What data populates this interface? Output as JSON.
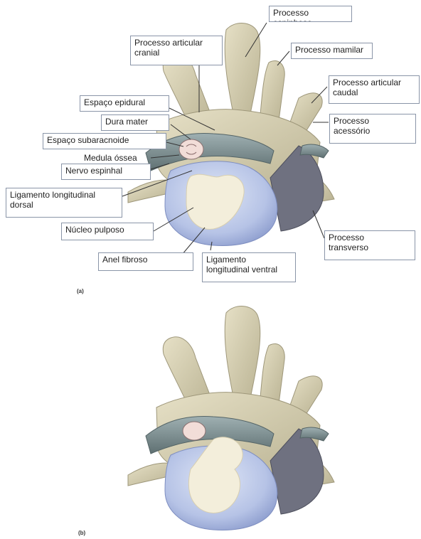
{
  "figure": {
    "panel_a_letter": "(a)",
    "panel_b_letter": "(b)",
    "colors": {
      "bone": "#d9d2b6",
      "bone_shadow": "#a59f82",
      "disc_outer": "#b9c6e6",
      "disc_inner": "#f1ecd9",
      "dura": "#7f8f90",
      "label_border": "#8a95a8",
      "leader_line": "#333333"
    }
  },
  "labels": {
    "processo_espinhoso": "Processo espinhoso",
    "processo_mamilar": "Processo mamilar",
    "processo_articular_cranial": "Processo articular\ncranial",
    "processo_articular_caudal": "Processo articular\ncaudal",
    "espaco_epidural": "Espaço epidural",
    "dura_mater": "Dura mater",
    "processo_acessorio": "Processo\nacessório",
    "espaco_subaracnoide": "Espaço subaracnoide",
    "medula_ossea": "Medula óssea",
    "nervo_espinhal": "Nervo espinhal",
    "ligamento_longitudinal_dorsal": "Ligamento longitudinal\ndorsal",
    "nucleo_pulposo": "Núcleo pulposo",
    "processo_transverso": "Processo\ntransverso",
    "anel_fibroso": "Anel fibroso",
    "ligamento_longitudinal_ventral": "Ligamento\nlongitudinal ventral"
  }
}
